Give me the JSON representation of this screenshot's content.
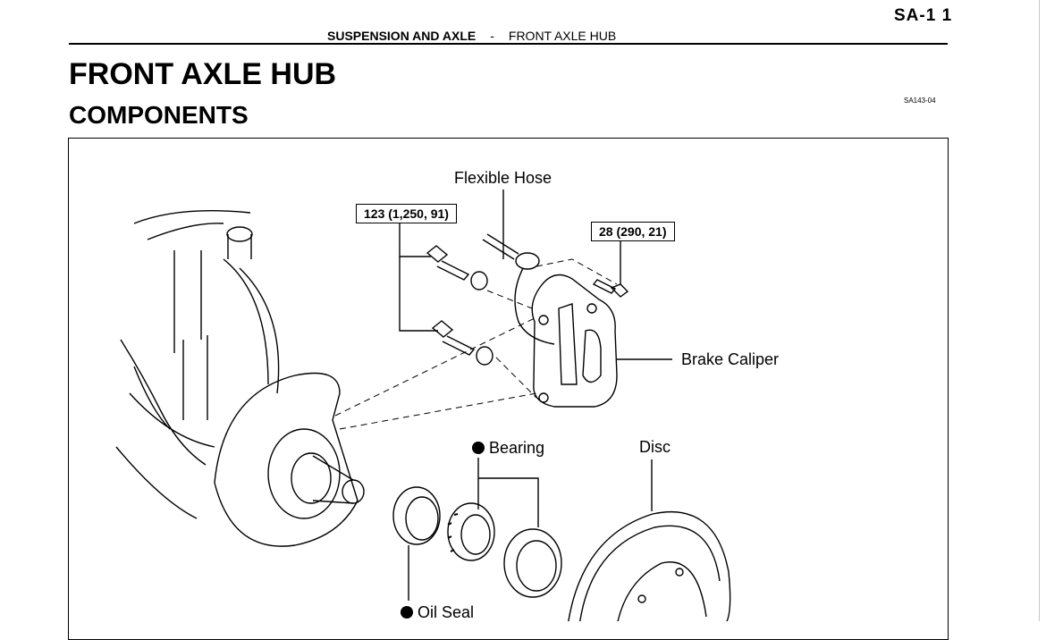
{
  "header": {
    "page_number": "SA-1 1",
    "section": "SUSPENSION AND AXLE",
    "separator": "-",
    "subsection": "FRONT AXLE HUB"
  },
  "title": "FRONT AXLE HUB",
  "subtitle": "COMPONENTS",
  "figure_id": "SA143-04",
  "figure": {
    "labels": {
      "flexible_hose": "Flexible Hose",
      "brake_caliper": "Brake Caliper",
      "bearing": "Bearing",
      "disc": "Disc",
      "oil_seal": "Oil Seal"
    },
    "torque": {
      "caliper_bolts": "123 (1,250, 91)",
      "hose_bolt": "28 (290, 21)"
    }
  }
}
